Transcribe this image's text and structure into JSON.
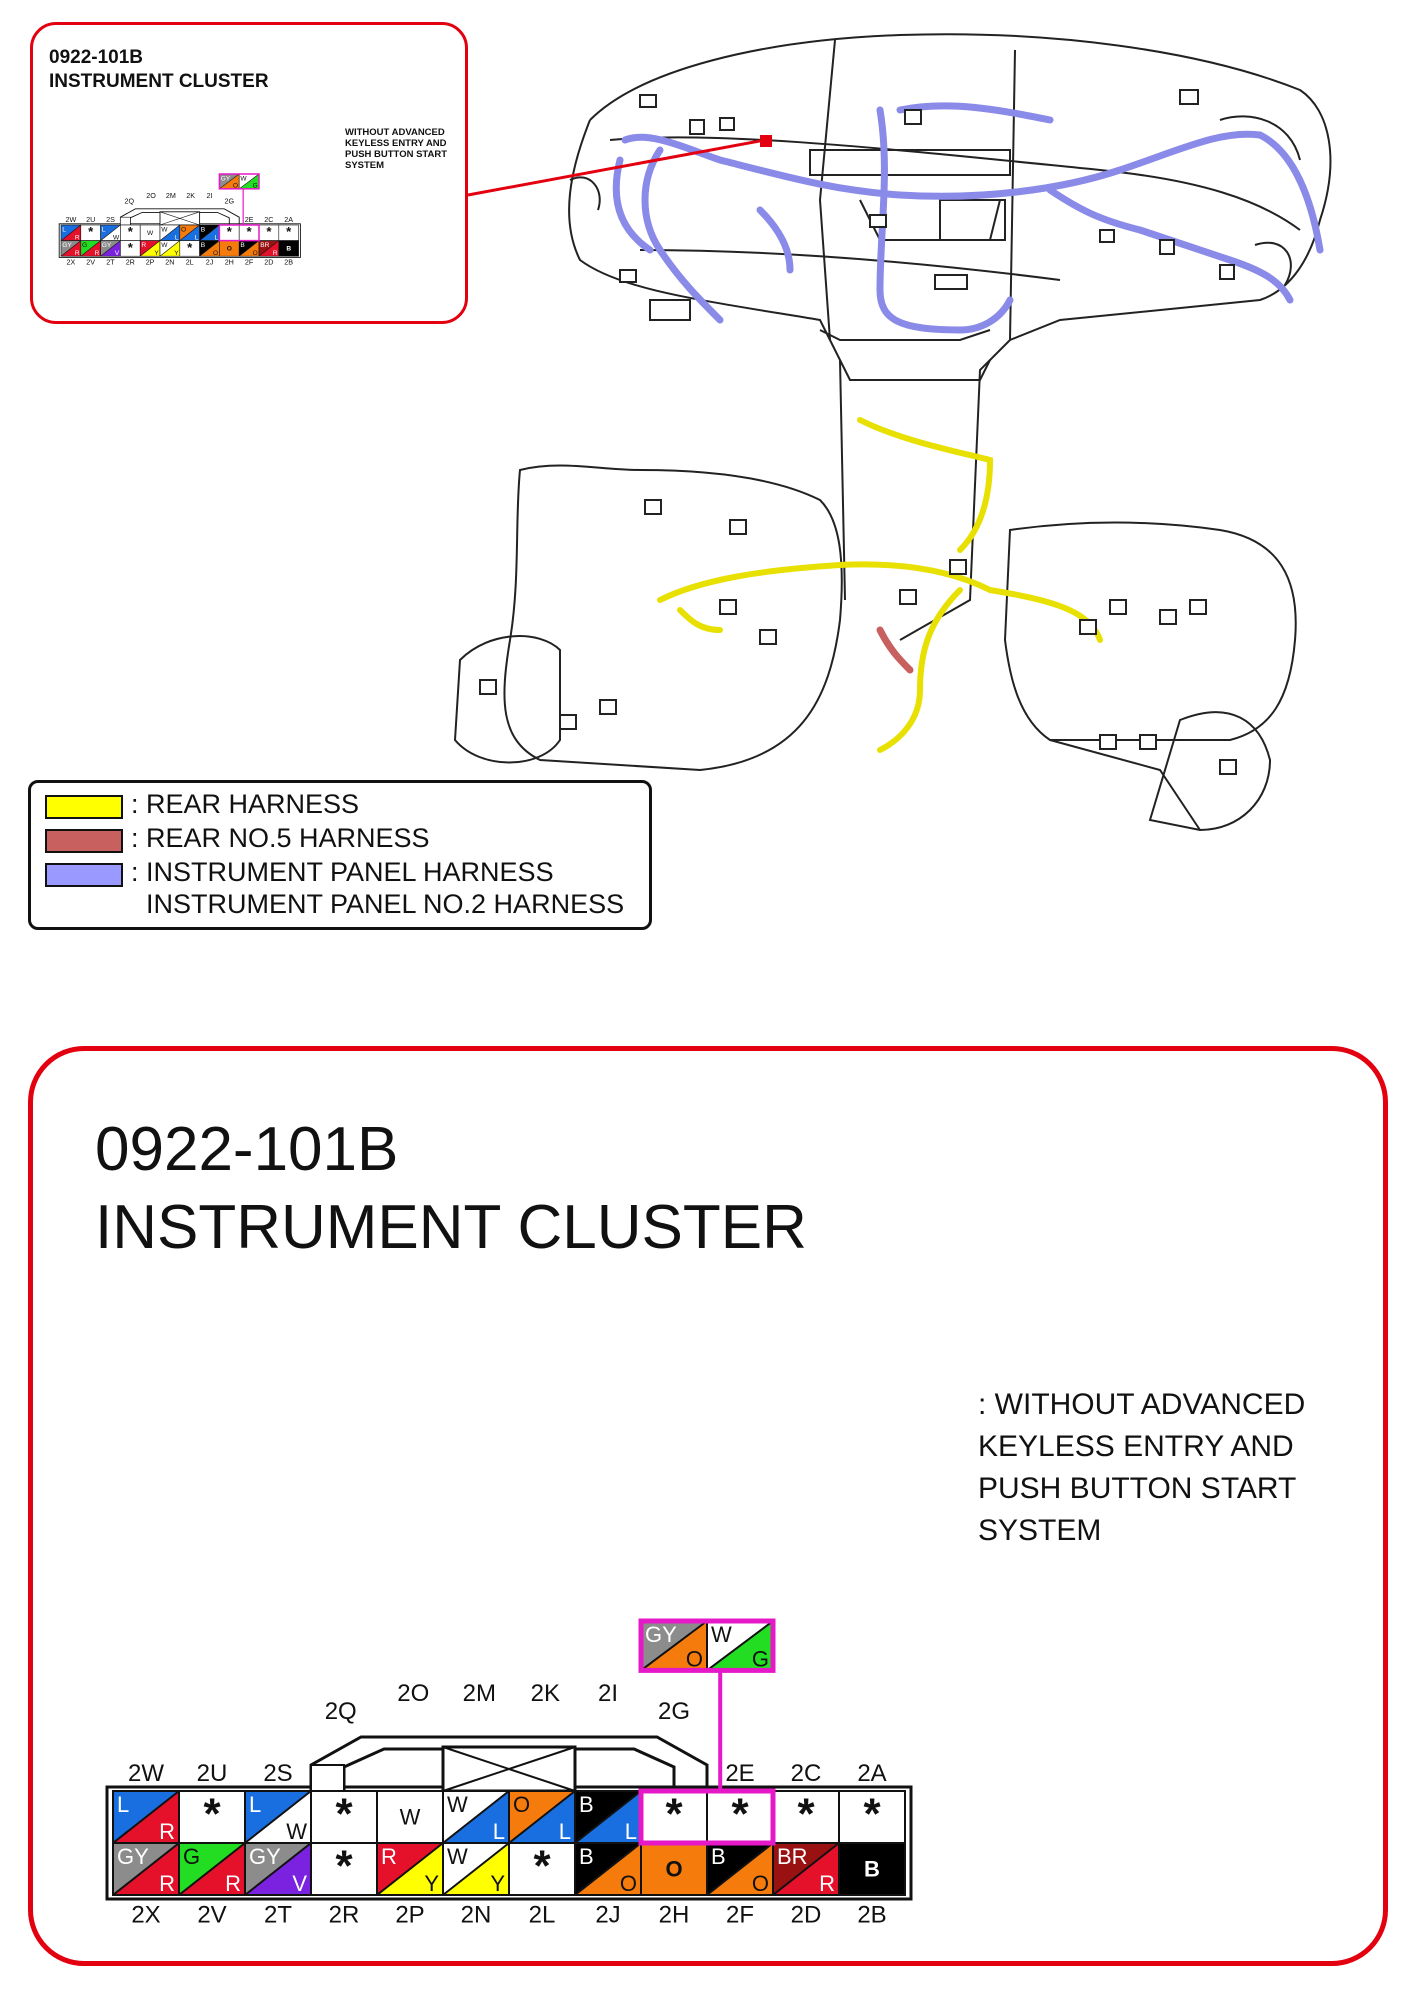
{
  "inset": {
    "code": "0922-101B",
    "title": "INSTRUMENT CLUSTER",
    "note_lines": [
      "WITHOUT ADVANCED",
      "KEYLESS ENTRY AND",
      "PUSH BUTTON START",
      "SYSTEM"
    ]
  },
  "legend": {
    "items": [
      {
        "label": ": REAR HARNESS",
        "color": "#ffff00"
      },
      {
        "label": ": REAR NO.5 HARNESS",
        "color": "#c86060"
      },
      {
        "label": ": INSTRUMENT PANEL HARNESS",
        "color": "#9999ff"
      }
    ],
    "extra_line": "INSTRUMENT PANEL NO.2 HARNESS"
  },
  "main": {
    "code": "0922-101B",
    "title": "INSTRUMENT CLUSTER",
    "note_prefix": ": WITHOUT ADVANCED",
    "note_lines": [
      "KEYLESS ENTRY AND",
      "PUSH BUTTON START",
      "SYSTEM"
    ]
  },
  "connector": {
    "top_labels": [
      "2W",
      "2U",
      "2S",
      "2Q",
      "2O",
      "2M",
      "2K",
      "2I",
      "2G",
      "2E",
      "2C",
      "2A"
    ],
    "bottom_labels": [
      "2X",
      "2V",
      "2T",
      "2R",
      "2P",
      "2N",
      "2L",
      "2J",
      "2H",
      "2F",
      "2D",
      "2B"
    ],
    "top_row": [
      {
        "a": "L",
        "b": "R",
        "c1": "#1a6fe0",
        "c2": "#e5102a"
      },
      {
        "a": "*"
      },
      {
        "a": "L",
        "b": "W",
        "c1": "#1a6fe0",
        "c2": "#ffffff"
      },
      {
        "a": "*"
      },
      {
        "a": "W"
      },
      {
        "a": "W",
        "b": "L",
        "c1": "#ffffff",
        "c2": "#1a6fe0"
      },
      {
        "a": "O",
        "b": "L",
        "c1": "#f57c0c",
        "c2": "#1a6fe0"
      },
      {
        "a": "B",
        "b": "L",
        "c1": "#000000",
        "c2": "#1a6fe0"
      },
      {
        "a": "*"
      },
      {
        "a": "*"
      },
      {
        "a": "*"
      },
      {
        "a": "*"
      }
    ],
    "bottom_row": [
      {
        "a": "GY",
        "b": "R",
        "c1": "#8c8c8c",
        "c2": "#e5102a"
      },
      {
        "a": "G",
        "b": "R",
        "c1": "#22dd22",
        "c2": "#e5102a"
      },
      {
        "a": "GY",
        "b": "V",
        "c1": "#8c8c8c",
        "c2": "#7a22e0"
      },
      {
        "a": "*"
      },
      {
        "a": "R",
        "b": "Y",
        "c1": "#e5102a",
        "c2": "#ffff00"
      },
      {
        "a": "W",
        "b": "Y",
        "c1": "#ffffff",
        "c2": "#ffff00"
      },
      {
        "a": "*"
      },
      {
        "a": "B",
        "b": "O",
        "c1": "#000000",
        "c2": "#f57c0c"
      },
      {
        "a": "O",
        "solid": "#f57c0c"
      },
      {
        "a": "B",
        "b": "O",
        "c1": "#000000",
        "c2": "#f57c0c"
      },
      {
        "a": "BR",
        "b": "R",
        "c1": "#991111",
        "c2": "#e5102a"
      },
      {
        "a": "B",
        "solid": "#000000"
      }
    ],
    "alt_cells": [
      {
        "a": "GY",
        "b": "O",
        "c1": "#8c8c8c",
        "c2": "#f57c0c"
      },
      {
        "a": "W",
        "b": "G",
        "c1": "#ffffff",
        "c2": "#22dd22"
      }
    ]
  },
  "colors": {
    "frame_red": "#e3000f",
    "highlight_magenta": "#e619c8"
  }
}
